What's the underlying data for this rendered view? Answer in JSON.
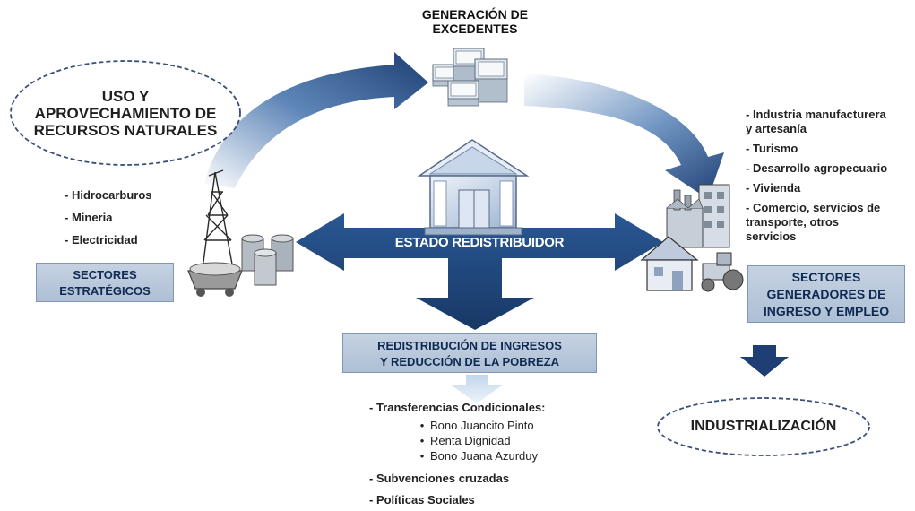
{
  "top": {
    "label_line1": "GENERACIÓN DE",
    "label_line2": "EXCEDENTES"
  },
  "left": {
    "oval_line1": "USO Y",
    "oval_line2": "APROVECHAMIENTO DE",
    "oval_line3": "RECURSOS NATURALES",
    "items": [
      "- Hidrocarburos",
      "- Mineria",
      "- Electricidad"
    ],
    "box_line1": "SECTORES",
    "box_line2": "ESTRATÉGICOS"
  },
  "center": {
    "state_label": "ESTADO REDISTRIBUIDOR",
    "redistrib_line1": "REDISTRIBUCIÓN DE INGRESOS",
    "redistrib_line2": "Y REDUCCIÓN DE LA POBREZA",
    "transfers_title": "- Transferencias Condicionales:",
    "transfers": [
      "Bono Juancito Pinto",
      "Renta Dignidad",
      "Bono Juana Azurduy"
    ],
    "other_items": [
      "- Subvenciones cruzadas",
      "- Políticas Sociales"
    ]
  },
  "right": {
    "items": [
      "- Industria manufacturera",
      "y artesanía",
      "- Turismo",
      "- Desarrollo agropecuario",
      "- Vivienda",
      "- Comercio, servicios de",
      "transporte, otros",
      "servicios"
    ],
    "box_line1": "SECTORES",
    "box_line2": "GENERADORES DE",
    "box_line3": "INGRESO Y EMPLEO",
    "oval": "INDUSTRIALIZACIÓN"
  },
  "colors": {
    "arrow_dark": "#1d3f73",
    "arrow_light": "#cfe0f2",
    "box_fill": "#b7c7db",
    "box_text": "#0f2a52"
  }
}
